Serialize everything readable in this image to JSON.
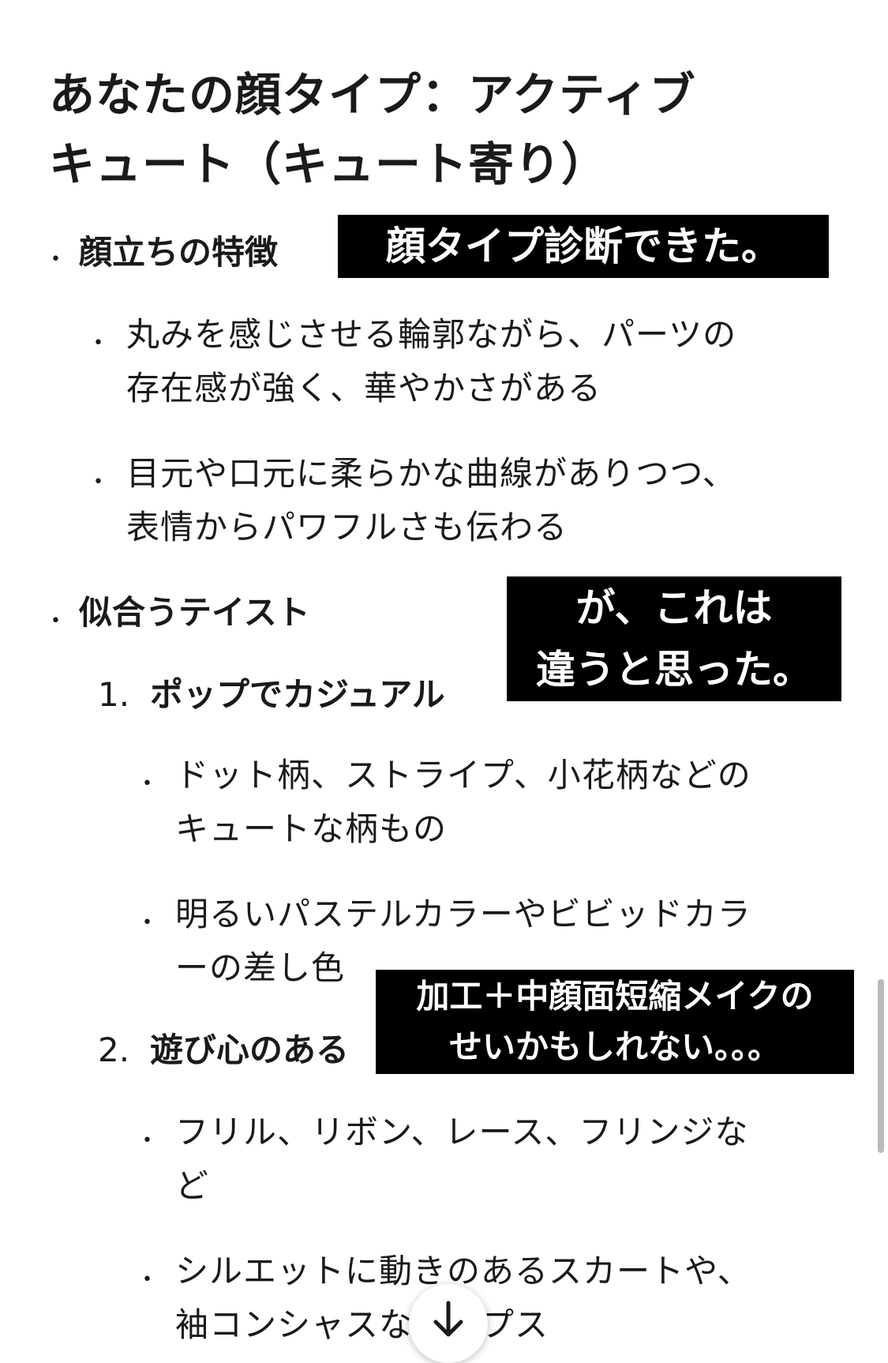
{
  "title": {
    "line1": "あなたの顔タイプ：アクティブ",
    "line2": "キュート（キュート寄り）"
  },
  "sections": {
    "features": {
      "heading": "顔立ちの特徴",
      "items": [
        {
          "line1": "丸みを感じさせる輪郭ながら、パーツの",
          "line2": "存在感が強く、華やかさがある"
        },
        {
          "line1": "目元や口元に柔らかな曲線がありつつ、",
          "line2": "表情からパワフルさも伝わる"
        }
      ]
    },
    "taste": {
      "heading": "似合うテイスト",
      "list": [
        {
          "number": "1.",
          "label": "ポップでカジュアル",
          "items": [
            {
              "line1": "ドット柄、ストライプ、小花柄などの",
              "line2": "キュートな柄もの"
            },
            {
              "line1": "明るいパステルカラーやビビッドカラ",
              "line2": "ーの差し色"
            }
          ]
        },
        {
          "number": "2.",
          "label": "遊び心のある",
          "items": [
            {
              "line1": "フリル、リボン、レース、フリンジな",
              "line2": "ど"
            },
            {
              "line1": "シルエットに動きのあるスカートや、",
              "line2": "袖コンシャスなトップス"
            }
          ]
        }
      ]
    }
  },
  "captions": {
    "c1": "顔タイプ診断できた。",
    "c2_line1": "が、これは",
    "c2_line2": "違うと思った。",
    "c3_line1": "加工＋中顔面短縮メイクの",
    "c3_line2": "せいかもしれない。。。"
  },
  "colors": {
    "text": "#1a1a1a",
    "caption_bg": "#000000",
    "caption_fg": "#ffffff",
    "scrollbar": "#b9b9b9"
  },
  "icons": {
    "scroll_down": "arrow-down-icon"
  }
}
